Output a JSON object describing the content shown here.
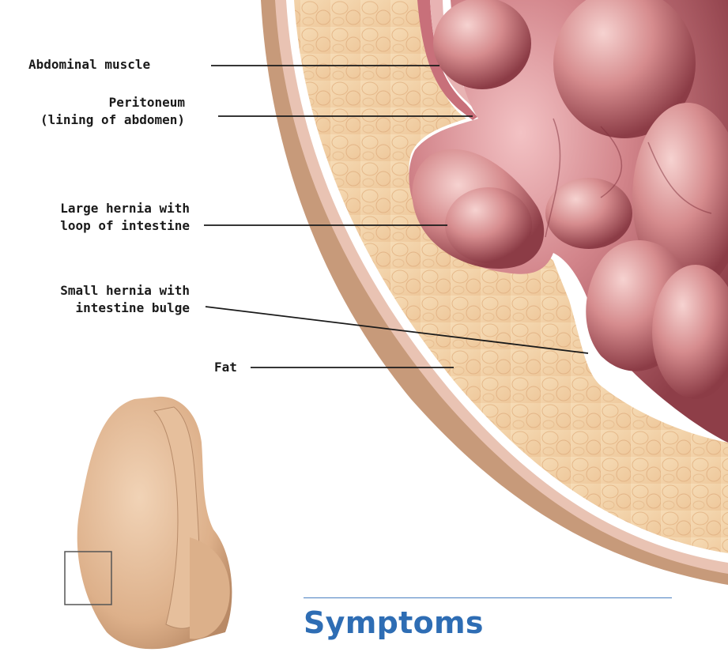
{
  "labels": {
    "abdominal_muscle": "Abdominal muscle",
    "peritoneum_line1": "Peritoneum",
    "peritoneum_line2": "(lining of abdomen)",
    "large_hernia_line1": "Large hernia with",
    "large_hernia_line2": "loop of intestine",
    "small_hernia_line1": "Small hernia with",
    "small_hernia_line2": "intestine bulge",
    "fat": "Fat"
  },
  "section": {
    "heading": "Symptoms"
  },
  "colors": {
    "heading": "#2e6db4",
    "skin": "#e8c4a4",
    "fat": "#f3d3a8",
    "intestine": "#c8707a",
    "leader_line": "#1a1a1a"
  }
}
